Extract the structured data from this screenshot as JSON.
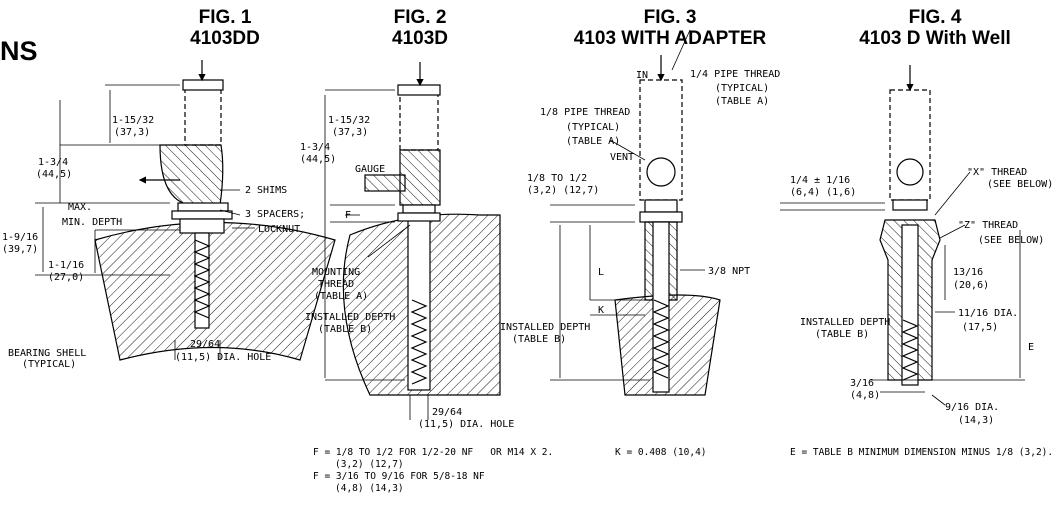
{
  "partial_title": "NS",
  "figures": [
    {
      "fig": "FIG. 1",
      "model": "4103DD"
    },
    {
      "fig": "FIG. 2",
      "model": "4103D"
    },
    {
      "fig": "FIG. 3",
      "model": "4103 WITH ADAPTER"
    },
    {
      "fig": "FIG. 4",
      "model": "4103 D With Well"
    }
  ],
  "fig1": {
    "dim_1_15_32": "1-15/32",
    "dim_1_15_32_mm": "(37,3)",
    "dim_1_3_4": "1-3/4",
    "dim_1_3_4_mm": "(44,5)",
    "shims": "2 SHIMS",
    "max": "MAX.",
    "spacers": "3 SPACERS;",
    "min_depth": "MIN. DEPTH",
    "locknut": "LOCKNUT",
    "dim_1_9_16": "1-9/16",
    "dim_1_9_16_mm": "(39,7)",
    "dim_1_1_16": "1-1/16",
    "dim_1_1_16_mm": "(27,0)",
    "bearing_shell": "BEARING SHELL",
    "typical": "(TYPICAL)",
    "hole": "29/64",
    "hole_mm": "(11,5) DIA. HOLE"
  },
  "fig2": {
    "dim_1_15_32": "1-15/32",
    "dim_1_15_32_mm": "(37,3)",
    "dim_1_3_4": "1-3/4",
    "dim_1_3_4_mm": "(44,5)",
    "gauge": "GAUGE",
    "f": "F",
    "mounting": "MOUNTING",
    "thread": "THREAD",
    "table_a": "(TABLE A)",
    "installed": "INSTALLED DEPTH",
    "table_b": "(TABLE B)",
    "hole": "29/64",
    "hole_mm": "(11,5) DIA. HOLE"
  },
  "fig3": {
    "in": "IN",
    "pipe_1_4": "1/4 PIPE THREAD",
    "typical": "(TYPICAL)",
    "table_a": "(TABLE A)",
    "pipe_1_8": "1/8 PIPE THREAD",
    "typical2": "(TYPICAL)",
    "table_a2": "(TABLE A)",
    "vent": "VENT",
    "range": "1/8 TO 1/2",
    "range_mm": "(3,2)  (12,7)",
    "l": "L",
    "k": "K",
    "npt": "3/8 NPT",
    "installed": "INSTALLED DEPTH",
    "table_b": "(TABLE B)"
  },
  "fig4": {
    "dim": "1/4 ± 1/16",
    "dim_mm": "(6,4) (1,6)",
    "x_thread": "\"X\" THREAD",
    "x_see": "(SEE BELOW)",
    "z_thread": "\"Z\" THREAD",
    "z_see": "(SEE BELOW)",
    "d13": "13/16",
    "d13_mm": "(20,6)",
    "installed": "INSTALLED DEPTH",
    "table_b": "(TABLE B)",
    "dia11": "11/16 DIA.",
    "dia11_mm": "(17,5)",
    "e": "E",
    "d3": "3/16",
    "d3_mm": "(4,8)",
    "dia9": "9/16 DIA.",
    "dia9_mm": "(14,3)"
  },
  "notes": {
    "f_line1": "F = 1/8 TO 1/2 FOR 1/2-20 NF   OR M14 X 2.",
    "f_line1_mm": "(3,2) (12,7)",
    "f_line2": "F = 3/16 TO 9/16 FOR 5/8-18 NF",
    "f_line2_mm": "(4,8) (14,3)",
    "k_note": "K = 0.408 (10,4)",
    "e_note": "E = TABLE B MINIMUM DIMENSION MINUS 1/8 (3,2)."
  }
}
